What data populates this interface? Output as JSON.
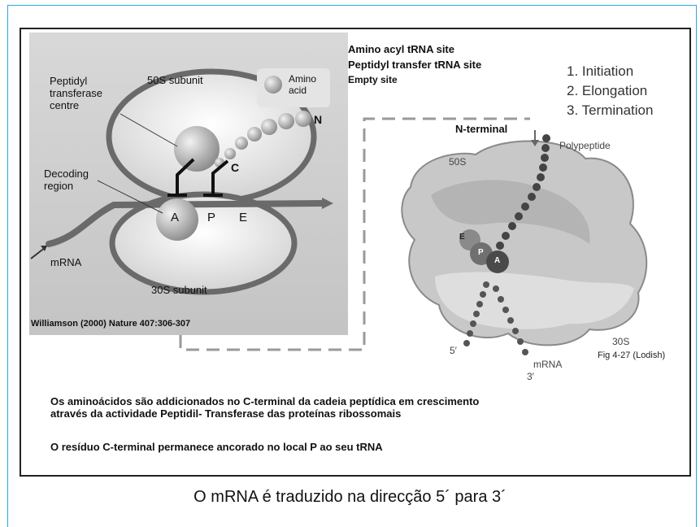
{
  "left_diagram": {
    "subunit_50s": "50S subunit",
    "subunit_30s": "30S subunit",
    "peptidyl_centre": [
      "Peptidyl",
      "transferase",
      "centre"
    ],
    "decoding_region": [
      "Decoding",
      "region"
    ],
    "amino_acid": [
      "Amino",
      "acid"
    ],
    "n_label": "N",
    "c_label": "C",
    "site_a": "A",
    "site_p": "P",
    "site_e": "E",
    "mrna": "mRNA",
    "citation": "Williamson (2000) Nature 407:306-307"
  },
  "site_legend": [
    "Amino acyl tRNA site",
    "Peptidyl transfer tRNA site",
    "Empty site"
  ],
  "steps": [
    "1. Initiation",
    "2. Elongation",
    "3. Termination"
  ],
  "right_diagram": {
    "n_terminal": "N-terminal",
    "polypeptide": "Polypeptide",
    "subunit_50s": "50S",
    "subunit_30s": "30S",
    "five_prime": "5′",
    "three_prime": "3′",
    "mrna": "mRNA",
    "site_e": "E",
    "site_p": "P",
    "site_a": "A",
    "figure_ref": "Fig 4-27 (Lodish)"
  },
  "notes": [
    "Os aminoácidos são addicionados no C-terminal da cadeia peptídica em crescimento",
    "através da actividade Peptidil- Transferase das proteínas ribossomais",
    "O resíduo C-terminal permanece ancorado no local P ao seu tRNA"
  ],
  "caption": "O mRNA é traduzido na direcção 5´ para 3´"
}
